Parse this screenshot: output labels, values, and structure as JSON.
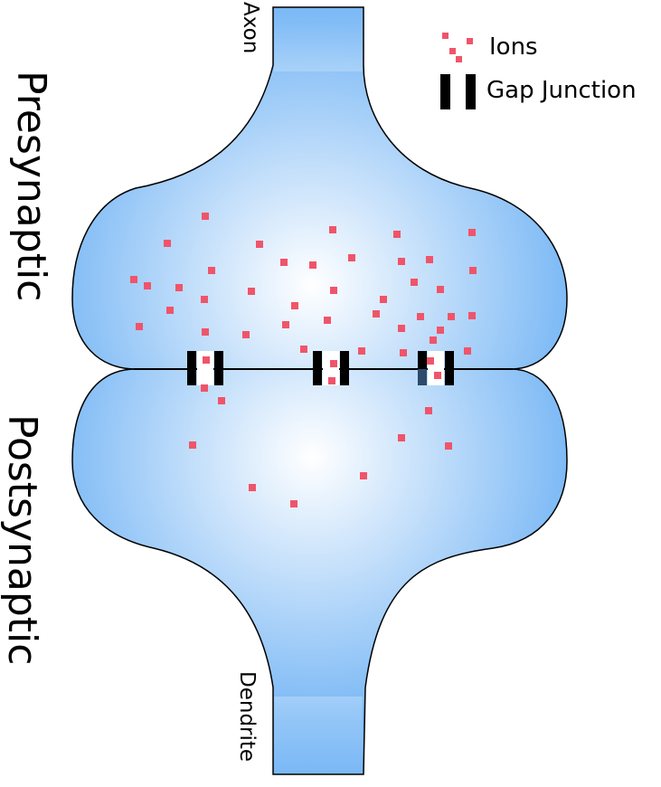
{
  "labels": {
    "axon": "Axon",
    "dendrite": "Dendrite",
    "presynaptic": "Presynaptic",
    "postsynaptic": "Postsynaptic"
  },
  "legend": {
    "ions": "Ions",
    "gap_junction": "Gap Junction"
  },
  "colors": {
    "cell_center": "#ffffff",
    "cell_edge": "#7ab8f5",
    "outline": "#000000",
    "ion": "#f0546a",
    "junction": "#000000"
  }
}
